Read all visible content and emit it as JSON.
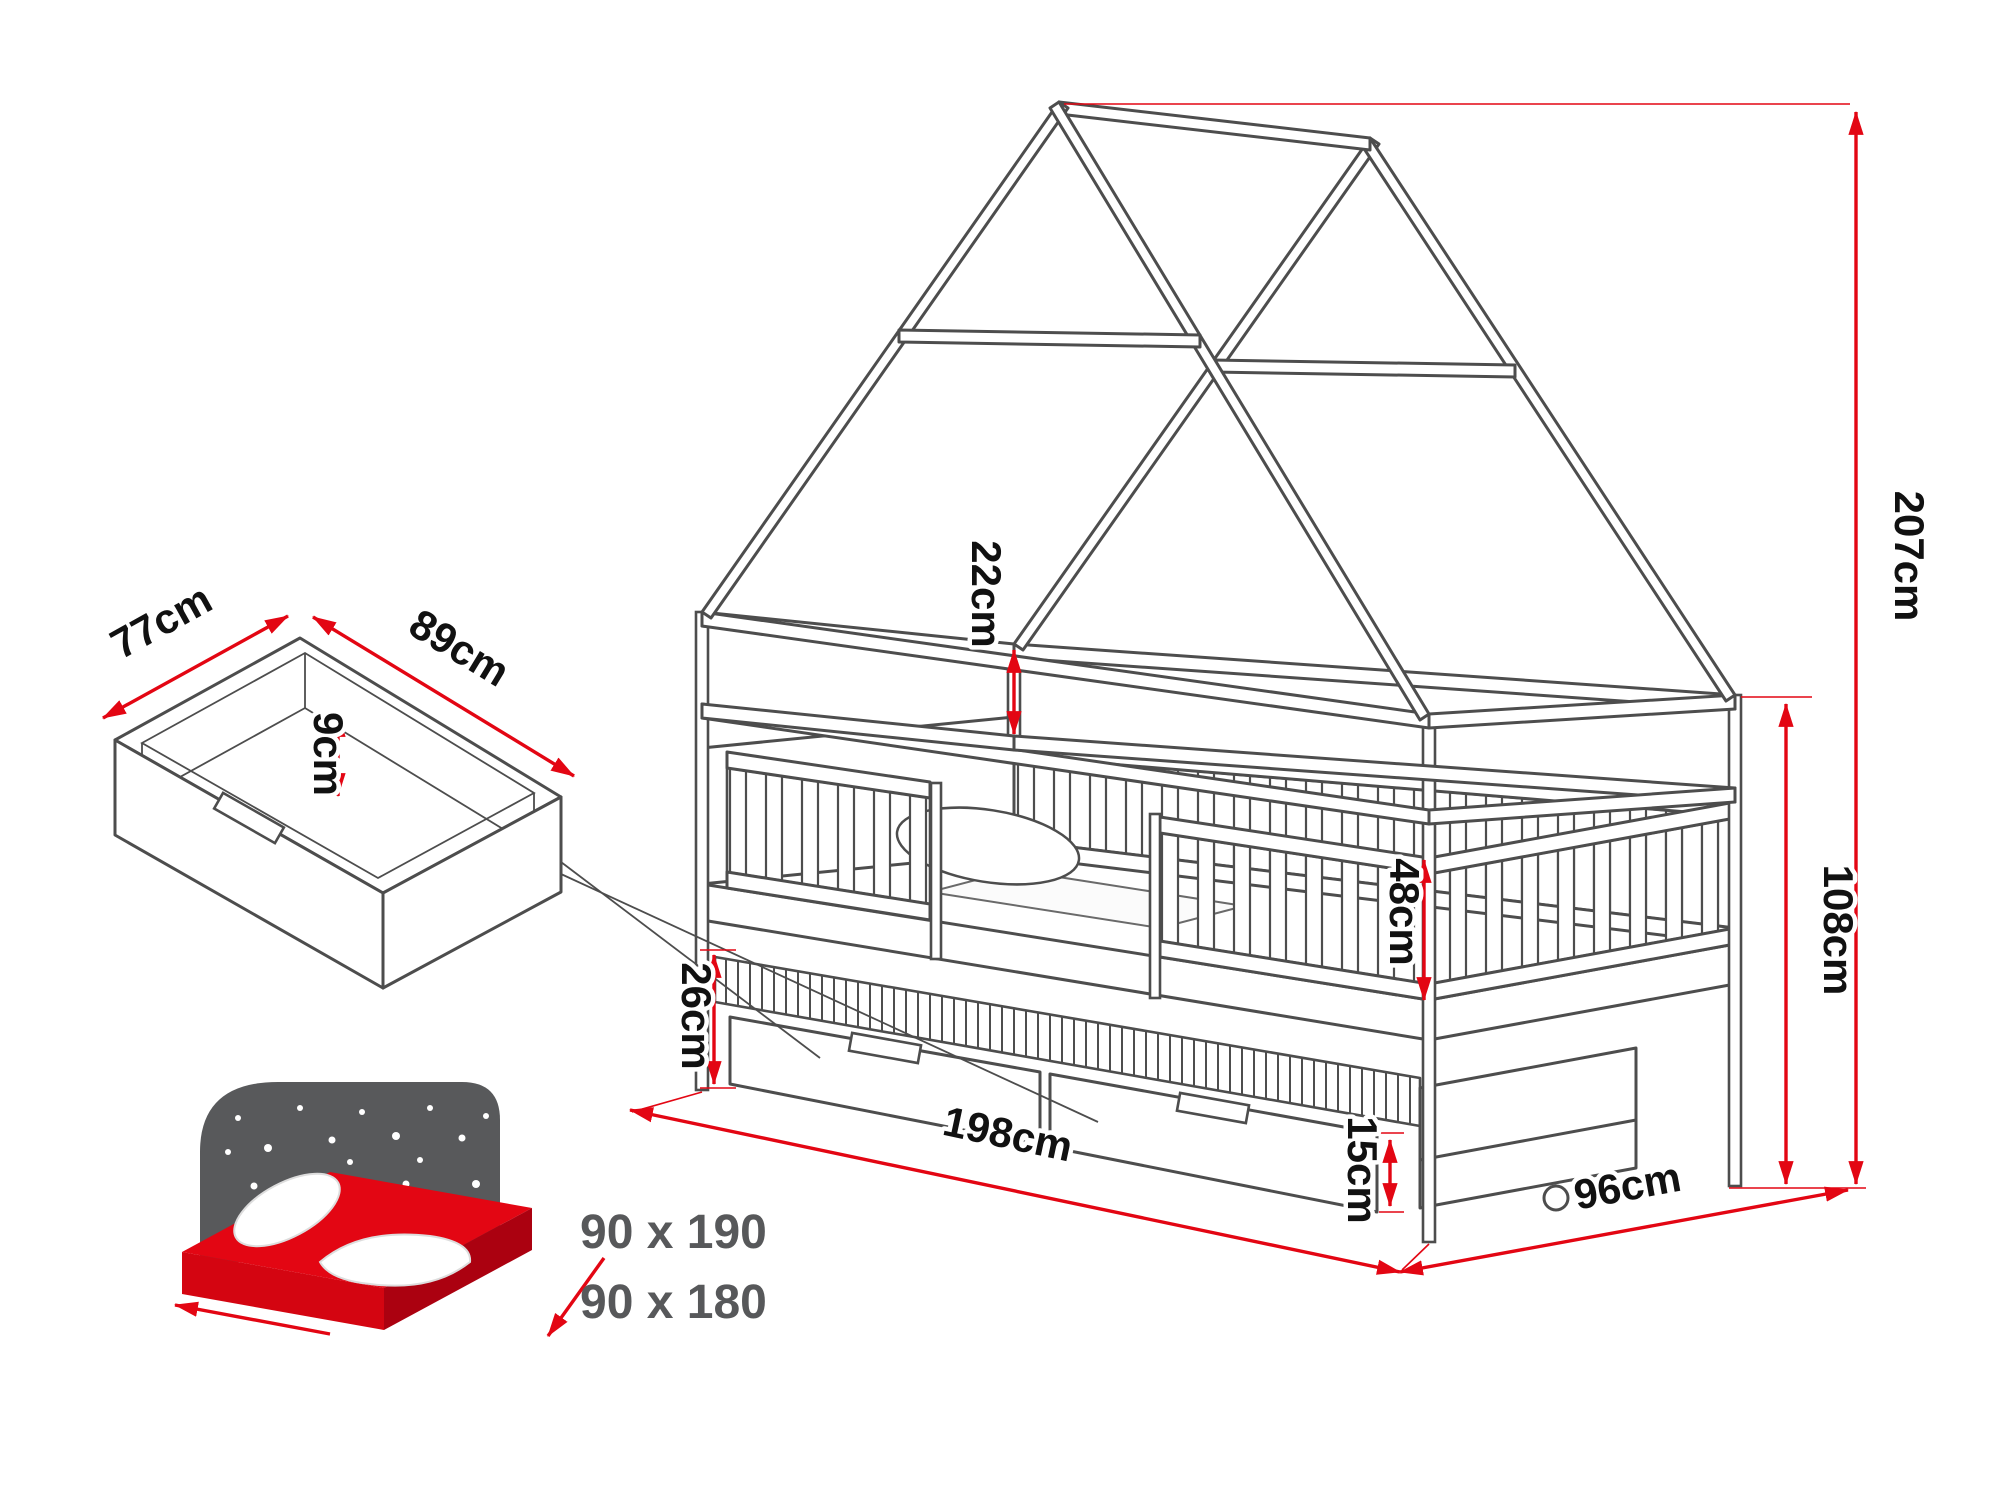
{
  "diagram": {
    "subject": "house-frame children's bed with trundle and storage drawers — technical dimension drawing",
    "colors": {
      "dimension_red": "#e30613",
      "outline_gray": "#4d4d4d",
      "icon_dark_gray": "#58595b",
      "label_text": "#111111"
    },
    "dimensions": {
      "total_height": "207cm",
      "frame_height": "108cm",
      "roof_panel_height": "22cm",
      "guard_rail_height": "48cm",
      "base_height": "26cm",
      "drawer_front_height": "15cm",
      "length": "198cm",
      "width": "96cm",
      "drawer_width": "77cm",
      "drawer_length": "89cm",
      "drawer_depth": "9cm"
    },
    "mattress_options": {
      "size_1": "90 x 190",
      "size_2": "90 x 180"
    }
  }
}
